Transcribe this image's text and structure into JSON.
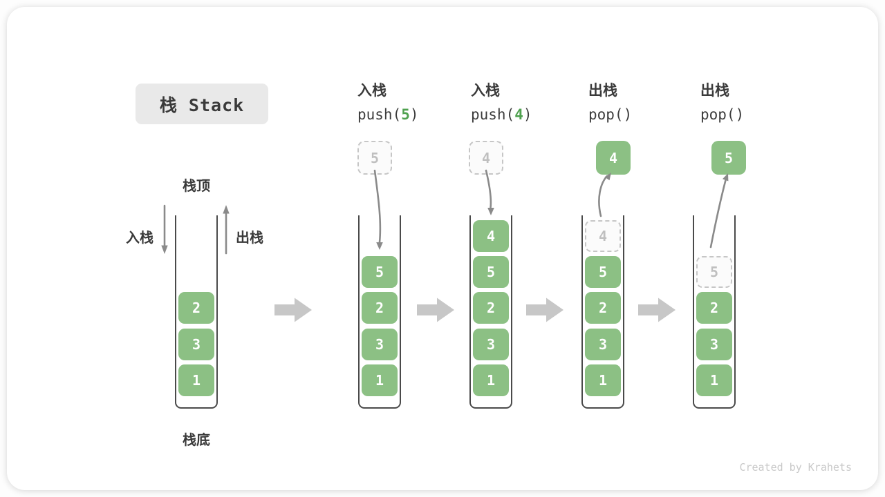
{
  "title": {
    "text": "栈 Stack"
  },
  "labels": {
    "stack_top": "栈顶",
    "stack_bottom": "栈底",
    "push_side": "入栈",
    "pop_side": "出栈"
  },
  "operations": [
    {
      "name": "入栈",
      "code_pre": "push(",
      "arg": "5",
      "code_post": ")"
    },
    {
      "name": "入栈",
      "code_pre": "push(",
      "arg": "4",
      "code_post": ")"
    },
    {
      "name": "出栈",
      "code_pre": "pop(",
      "arg": "",
      "code_post": ")"
    },
    {
      "name": "出栈",
      "code_pre": "pop(",
      "arg": "",
      "code_post": ")"
    }
  ],
  "floating_boxes": [
    {
      "value": "5",
      "style": "dashed"
    },
    {
      "value": "4",
      "style": "dashed"
    },
    {
      "value": "4",
      "style": "solid"
    },
    {
      "value": "5",
      "style": "solid"
    }
  ],
  "stacks": [
    {
      "items": [
        {
          "value": "2"
        },
        {
          "value": "3"
        },
        {
          "value": "1"
        }
      ]
    },
    {
      "items": [
        {
          "value": "5"
        },
        {
          "value": "2"
        },
        {
          "value": "3"
        },
        {
          "value": "1"
        }
      ]
    },
    {
      "items": [
        {
          "value": "4"
        },
        {
          "value": "5"
        },
        {
          "value": "2"
        },
        {
          "value": "3"
        },
        {
          "value": "1"
        }
      ]
    },
    {
      "items": [
        {
          "value": "4",
          "style": "dashed"
        },
        {
          "value": "5"
        },
        {
          "value": "2"
        },
        {
          "value": "3"
        },
        {
          "value": "1"
        }
      ]
    },
    {
      "items": [
        {
          "value": "5",
          "style": "dashed"
        },
        {
          "value": "2"
        },
        {
          "value": "3"
        },
        {
          "value": "1"
        }
      ]
    }
  ],
  "watermark": "Created by Krahets",
  "colors": {
    "box_green": "#8cc084",
    "code_arg_green": "#4fa14f",
    "arrow_gray": "#8a8a8a",
    "step_arrow_gray": "#c7c7c7",
    "tube_border": "#4a4a4a",
    "title_bg": "#e9e9e9",
    "dashed_border": "#c6c6c6"
  }
}
